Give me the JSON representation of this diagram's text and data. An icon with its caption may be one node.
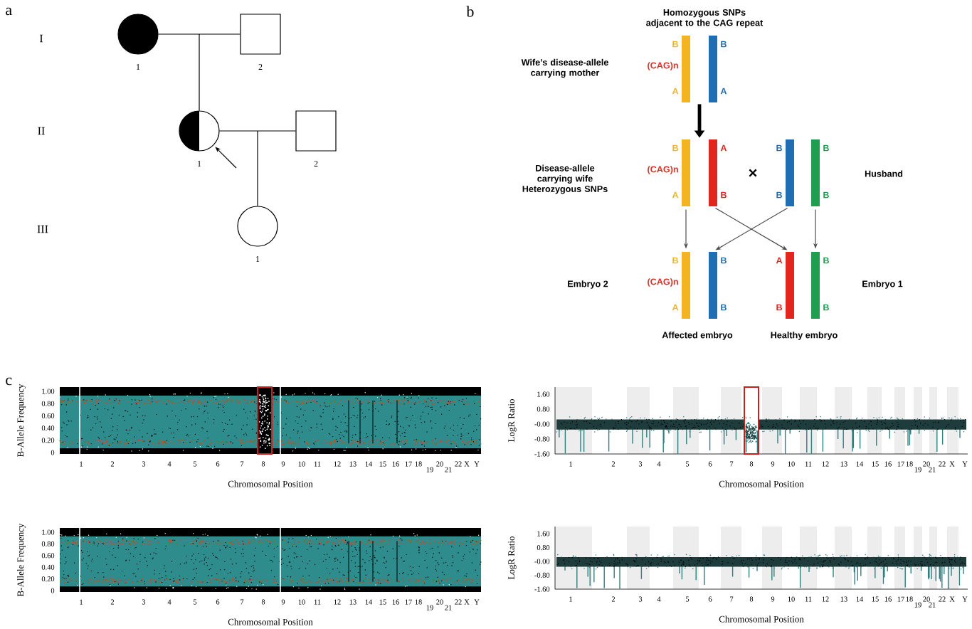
{
  "diagram": {
    "nodes": [
      {
        "text": [],
        "shape": "circle",
        "beside": [
          "1"
        ]
      },
      {
        "text": [],
        "shape": "box",
        "beside": [
          "2"
        ]
      },
      {
        "text": [],
        "shape": "circle",
        "beside": [
          "1"
        ]
      },
      {
        "text": [],
        "shape": "box",
        "beside": [
          "2"
        ]
      },
      {
        "text": [],
        "shape": "circle",
        "beside": [
          "1"
        ]
      },
      {
        "text": [],
        "shape": "bar",
        "beside": [
          "B",
          "(CAG)n",
          "A"
        ]
      },
      {
        "text": [],
        "shape": "bar",
        "beside": [
          "B",
          "A"
        ]
      },
      {
        "text": [],
        "shape": "bar",
        "beside": [
          "B",
          "(CAG)n",
          "A"
        ]
      },
      {
        "text": [],
        "shape": "bar",
        "beside": [
          "A",
          "B"
        ]
      },
      {
        "text": [],
        "shape": "bar",
        "beside": [
          "B",
          "B"
        ]
      },
      {
        "text": [],
        "shape": "bar",
        "beside": [
          "B",
          "B"
        ]
      },
      {
        "text": [],
        "shape": "bar",
        "beside": [
          "B",
          "(CAG)n",
          "A"
        ]
      },
      {
        "text": [],
        "shape": "bar",
        "beside": [
          "B",
          "B"
        ]
      },
      {
        "text": [],
        "shape": "bar",
        "beside": [
          "A",
          "B"
        ]
      },
      {
        "text": [],
        "shape": "bar",
        "beside": [
          "B",
          "B"
        ]
      }
    ],
    "edges": [
      {
        "from": 0,
        "to": 1,
        "arrow": "none"
      },
      {
        "from": 0,
        "to": 2,
        "arrow": "none"
      },
      {
        "from": 1,
        "to": 2,
        "arrow": "none"
      },
      {
        "from": 2,
        "to": 3,
        "arrow": "none"
      },
      {
        "from": 2,
        "to": 4,
        "arrow": "none"
      },
      {
        "from": 3,
        "to": 4,
        "arrow": "none"
      },
      {
        "from": null,
        "to": 2,
        "arrow": "to"
      },
      {
        "from": 5,
        "to": 7,
        "arrow": "to",
        "style": "thick"
      },
      {
        "from": 7,
        "to": 11,
        "arrow": "to",
        "color": "#4d4d4d"
      },
      {
        "from": 8,
        "to": 13,
        "arrow": "to",
        "color": "#4d4d4d"
      },
      {
        "from": 9,
        "to": 12,
        "arrow": "to",
        "color": "#4d4d4d"
      },
      {
        "from": 10,
        "to": 14,
        "arrow": "to",
        "color": "#4d4d4d"
      }
    ],
    "labels": [
      "a",
      "I",
      "II",
      "III",
      "b",
      "Homozygous SNPs adjacent to the CAG repeat",
      "Wife’s disease-allele carrying mother",
      "Disease-allele carrying wife Heterozygous SNPs",
      "×",
      "Husband",
      "Embryo 2",
      "Embryo 1",
      "Affected embryo",
      "Healthy embryo",
      "c",
      "B-Allele Frequency",
      "1.00",
      "0.80",
      "0.60",
      "0.40",
      "0.20",
      "0",
      "1",
      "2",
      "3",
      "4",
      "5",
      "6",
      "7",
      "8",
      "9",
      "10",
      "11",
      "12",
      "13",
      "14",
      "15",
      "16",
      "17",
      "18",
      "19",
      "20",
      "21",
      "22",
      "X",
      "Y",
      "Chromosomal Position",
      "LogR Ratio",
      "1.60",
      "0.80",
      "-0.00",
      "-0.80",
      "-1.60",
      "1",
      "2",
      "3",
      "4",
      "5",
      "6",
      "7",
      "8",
      "9",
      "10",
      "11",
      "12",
      "13",
      "14",
      "15",
      "16",
      "17",
      "18",
      "19",
      "20",
      "21",
      "22",
      "X",
      "Y",
      "Chromosomal Position",
      "B-Allele Frequency",
      "1.00",
      "0.80",
      "0.60",
      "0.40",
      "0.20",
      "0",
      "1",
      "2",
      "3",
      "4",
      "5",
      "6",
      "7",
      "8",
      "9",
      "10",
      "11",
      "12",
      "13",
      "14",
      "15",
      "16",
      "17",
      "18",
      "19",
      "20",
      "21",
      "22",
      "X",
      "Y",
      "Chromosomal Position",
      "LogR Ratio",
      "1.60",
      "0.80",
      "-0.00",
      "-0.80",
      "-1.60",
      "1",
      "2",
      "3",
      "4",
      "5",
      "6",
      "7",
      "8",
      "9",
      "10",
      "11",
      "12",
      "13",
      "14",
      "15",
      "16",
      "17",
      "18",
      "19",
      "20",
      "21",
      "22",
      "X",
      "Y",
      "Chromosomal Position"
    ]
  }
}
